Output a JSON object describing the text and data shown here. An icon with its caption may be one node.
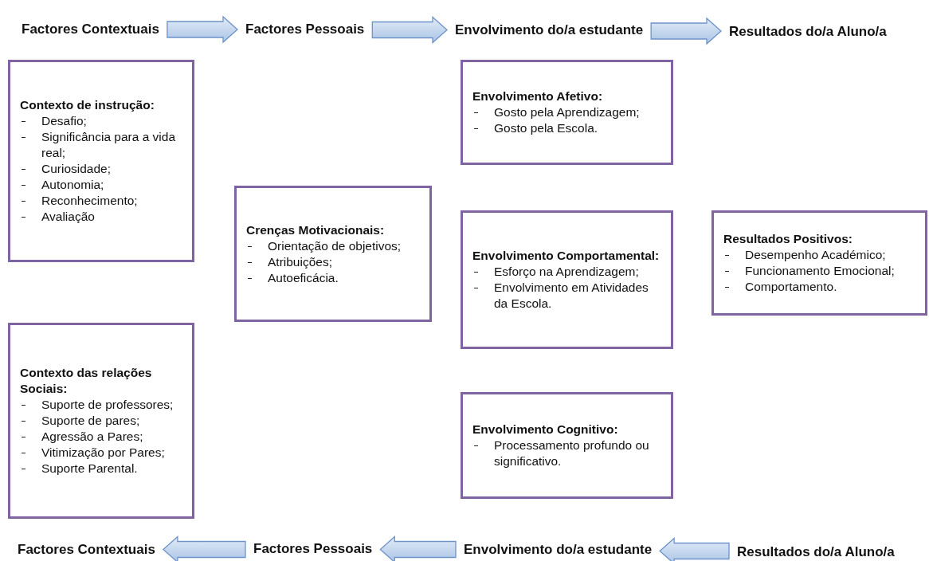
{
  "diagram": {
    "nodes": [
      {
        "text": [
          "Factores Contextuais"
        ]
      },
      {
        "text": [
          "Factores Pessoais"
        ]
      },
      {
        "text": [
          "Envolvimento do/a estudante"
        ]
      },
      {
        "text": [
          "Resultados do/a Aluno/a"
        ]
      },
      {
        "text": [
          "Contexto de instrução:",
          "Desafio;",
          "Significância para a vida real;",
          "Curiosidade;",
          "Autonomia;",
          "Reconhecimento;",
          "Avaliação"
        ]
      },
      {
        "text": [
          "Envolvimento Afetivo:",
          "Gosto pela Aprendizagem;",
          "Gosto pela Escola."
        ]
      },
      {
        "text": [
          "Crenças Motivacionais:",
          "Orientação de objetivos;",
          "Atribuições;",
          "Autoeficácia."
        ]
      },
      {
        "text": [
          "Envolvimento Comportamental:",
          "Esforço na Aprendizagem;",
          "Envolvimento em Atividades da Escola."
        ]
      },
      {
        "text": [
          "Resultados Positivos:",
          "Desempenho Académico;",
          "Funcionamento Emocional;",
          "Comportamento."
        ]
      },
      {
        "text": [
          "Contexto das relações Sociais:",
          "Suporte de professores;",
          "Suporte de pares;",
          "Agressão a Pares;",
          "Vitimização por Pares;",
          "Suporte Parental."
        ]
      },
      {
        "text": [
          "Envolvimento Cognitivo:",
          "Processamento profundo ou significativo."
        ]
      },
      {
        "text": [
          "Factores Contextuais"
        ]
      },
      {
        "text": [
          "Factores Pessoais"
        ]
      },
      {
        "text": [
          "Envolvimento do/a estudante"
        ]
      },
      {
        "text": [
          "Resultados do/a Aluno/a"
        ]
      }
    ],
    "edges": [
      {
        "from": 0,
        "to": 1,
        "arrow": "to"
      },
      {
        "from": 1,
        "to": 2,
        "arrow": "to"
      },
      {
        "from": 2,
        "to": 3,
        "arrow": "to"
      },
      {
        "from": 14,
        "to": 13,
        "arrow": "to"
      },
      {
        "from": 13,
        "to": 12,
        "arrow": "to"
      },
      {
        "from": 12,
        "to": 11,
        "arrow": "to"
      }
    ]
  }
}
